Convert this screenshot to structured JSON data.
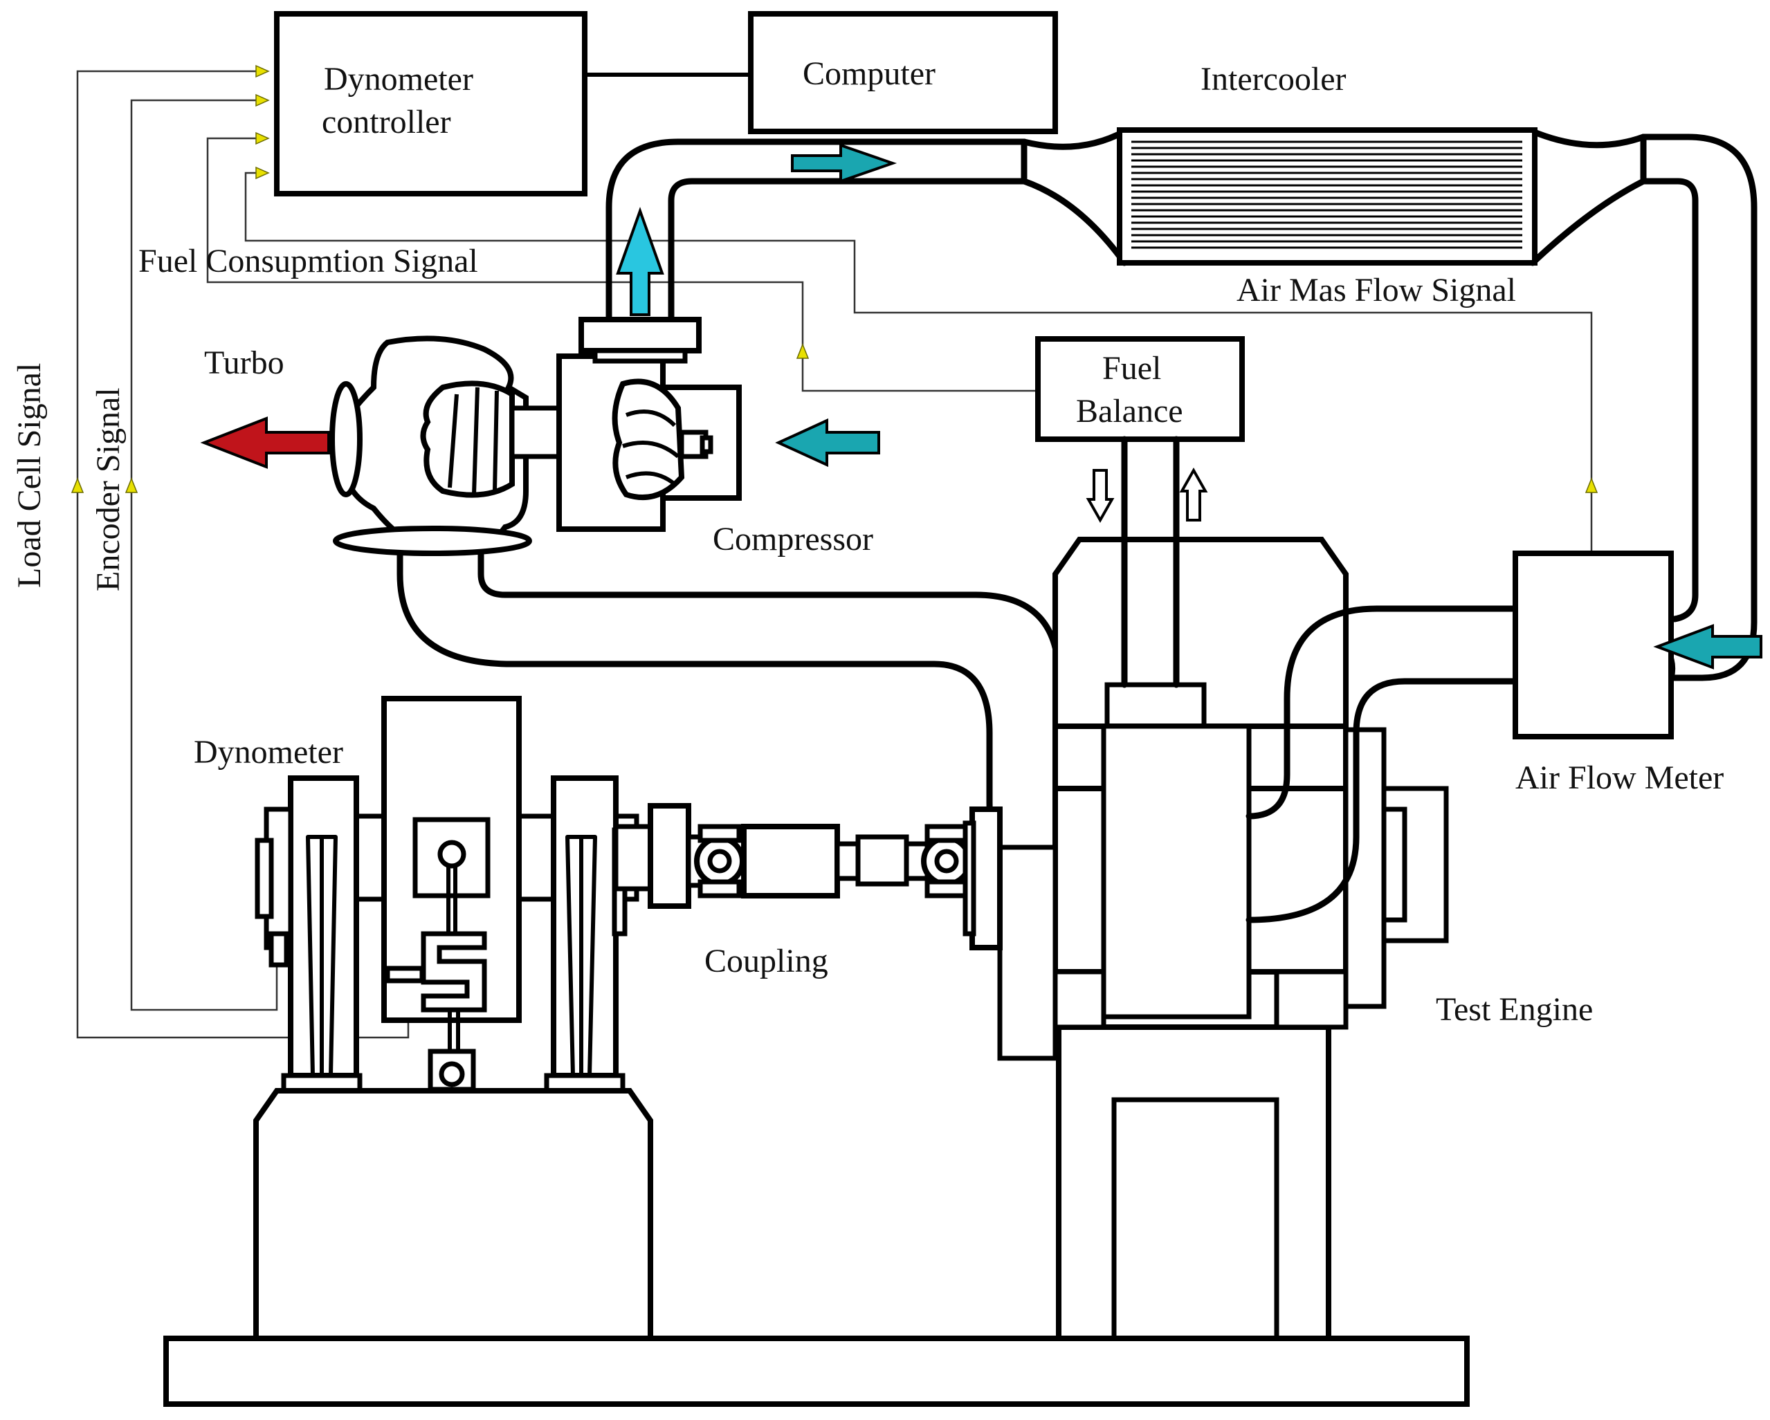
{
  "labels": {
    "dyno_controller_line1": "Dynometer",
    "dyno_controller_line2": "controller",
    "computer": "Computer",
    "intercooler": "Intercooler",
    "fuel_consumption_signal": "Fuel Consupmtion Signal",
    "air_mass_flow_signal": "Air Mas Flow Signal",
    "turbo": "Turbo",
    "fuel_balance_line1": "Fuel",
    "fuel_balance_line2": "Balance",
    "compressor": "Compressor",
    "load_cell_signal": "Load Cell Signal",
    "encoder_signal": "Encoder Signal",
    "dynometer": "Dynometer",
    "air_flow_meter": "Air Flow Meter",
    "coupling": "Coupling",
    "test_engine": "Test Engine"
  },
  "colors": {
    "line": "#000000",
    "signal_arrow": "#e8e000",
    "hot_exhaust_arrow": "#c0141b",
    "air_arrow": "#1aa6b0",
    "compressor_outlet_arrow": "#29c6e0"
  }
}
